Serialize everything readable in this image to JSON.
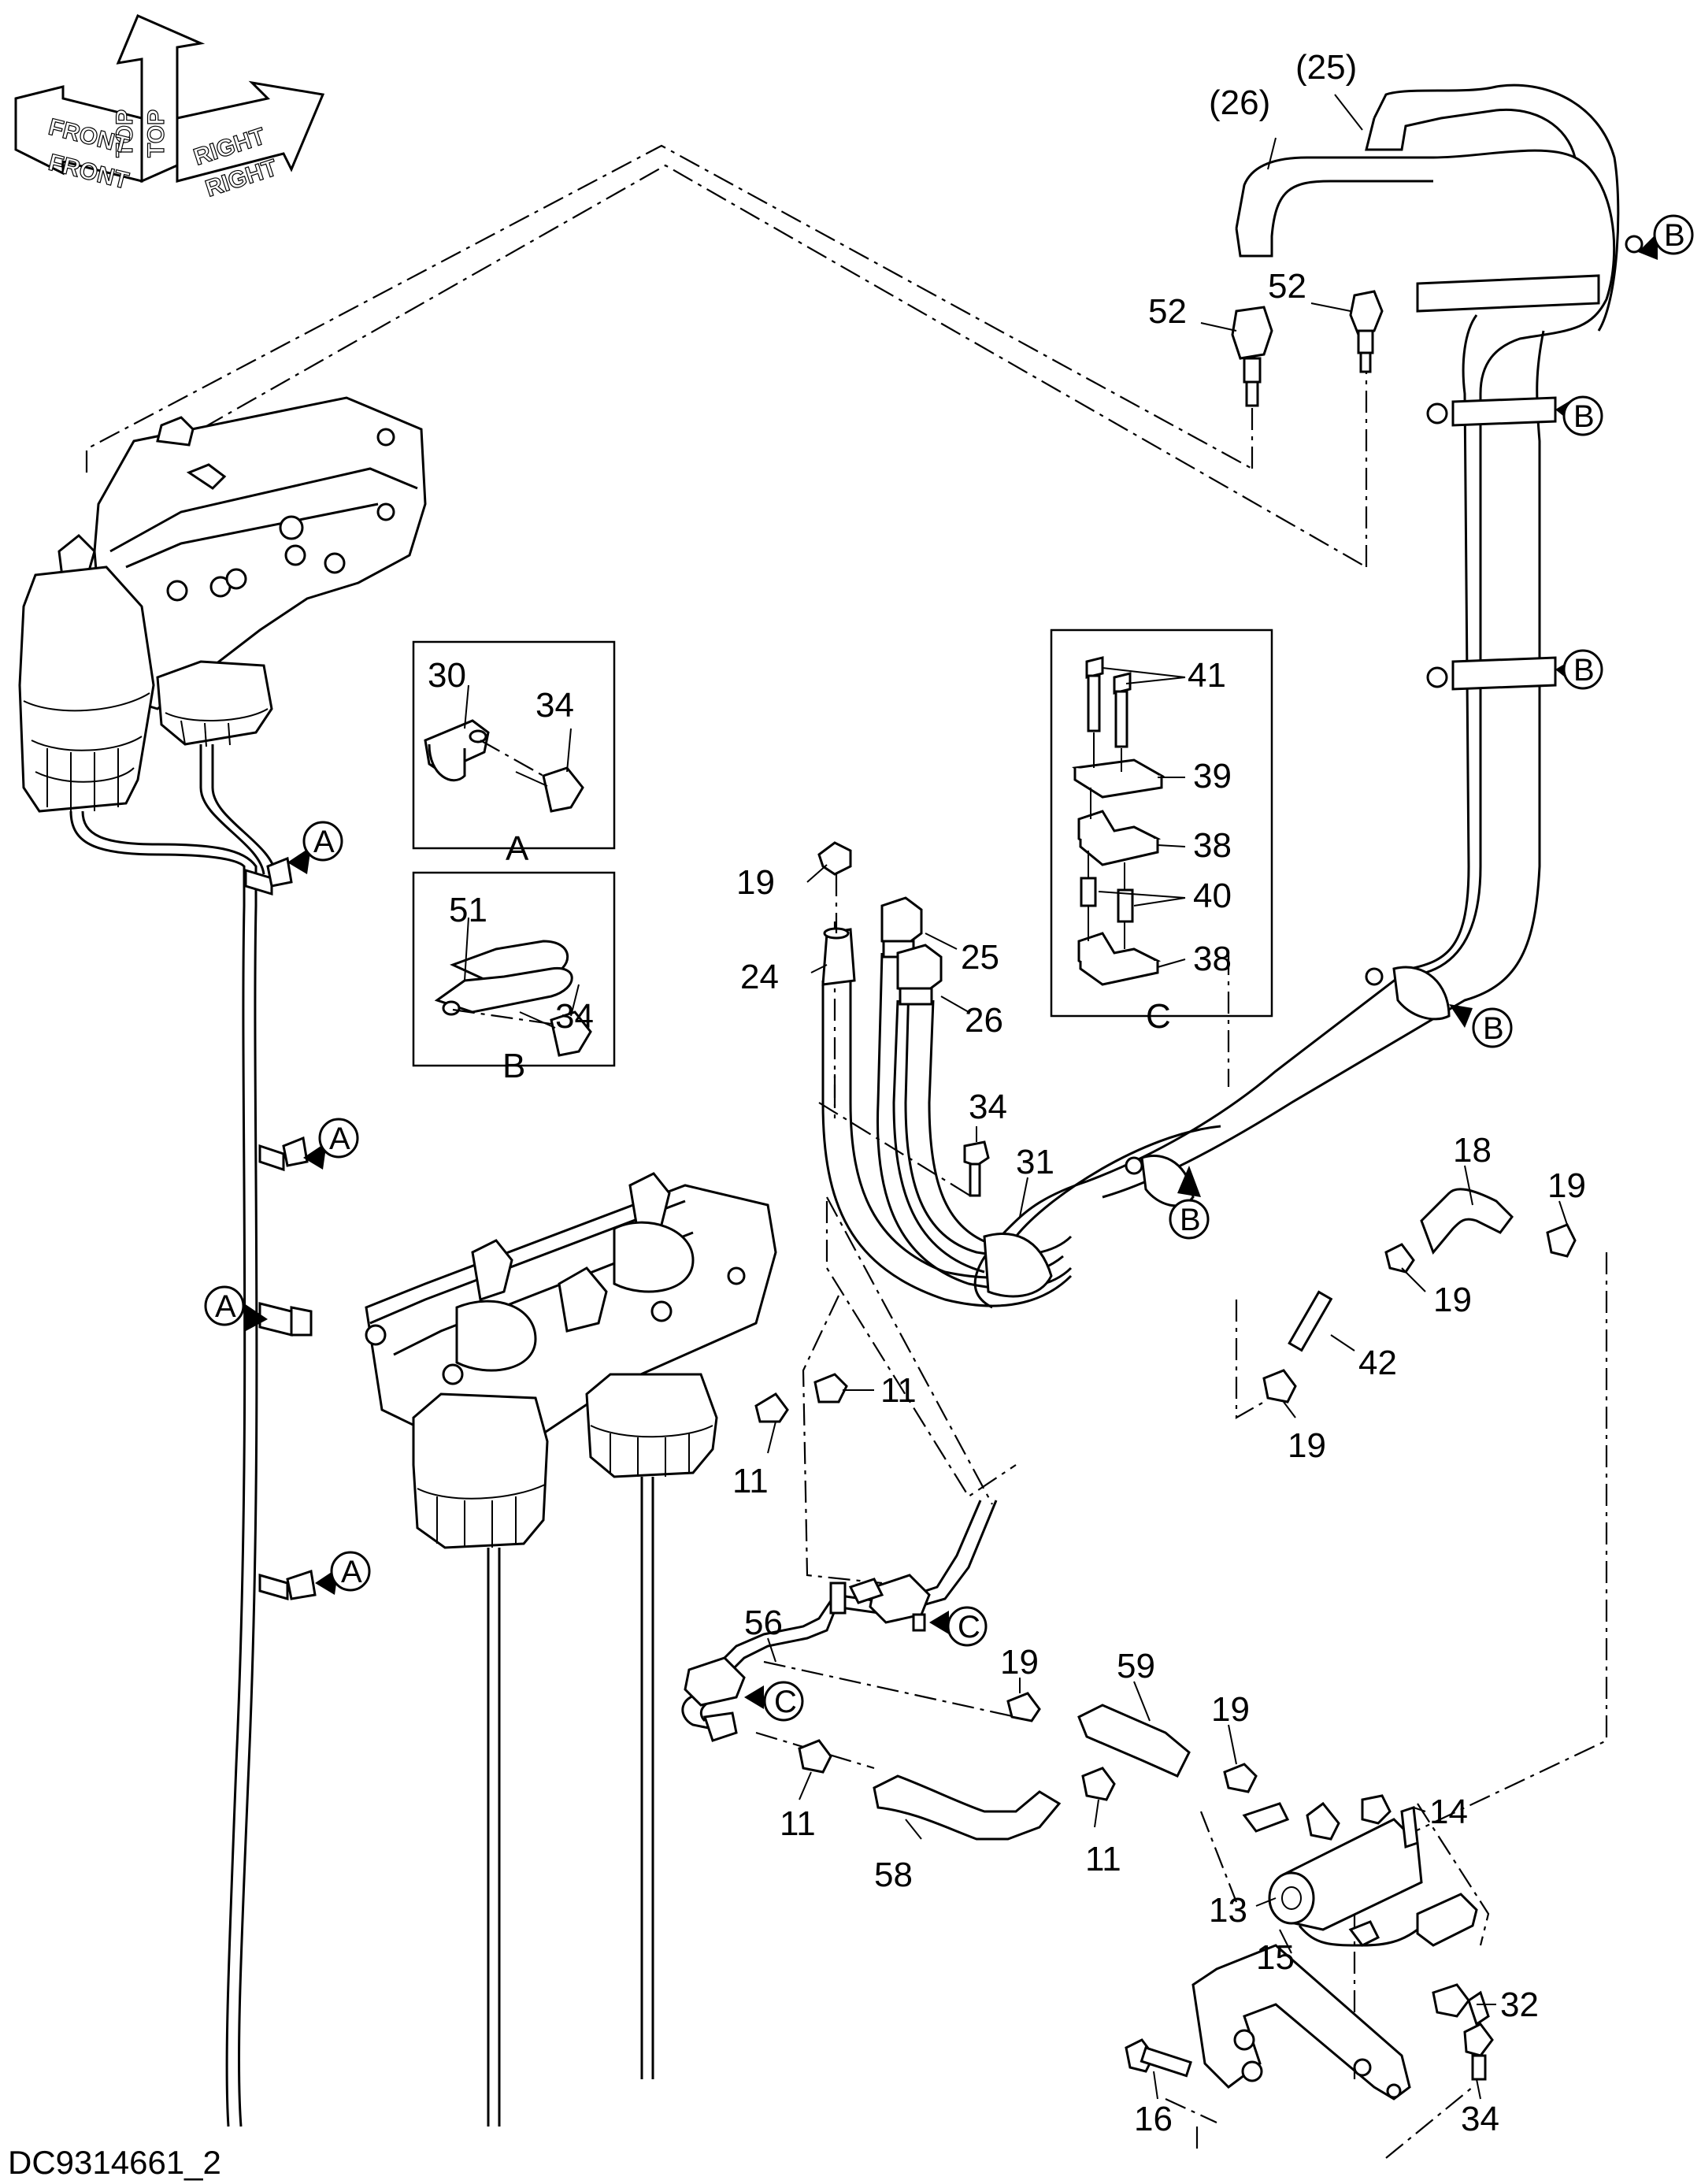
{
  "orientation": {
    "top": "TOP",
    "front": "FRONT",
    "right": "RIGHT"
  },
  "views": {
    "a": "A",
    "b": "B",
    "c": "C"
  },
  "part_numbers": {
    "p11": "11",
    "p13": "13",
    "p14": "14",
    "p15": "15",
    "p16": "16",
    "p18": "18",
    "p19": "19",
    "p24": "24",
    "p25": "25",
    "p26": "26",
    "p25_ref": "(25)",
    "p26_ref": "(26)",
    "p30": "30",
    "p31": "31",
    "p32": "32",
    "p34": "34",
    "p38": "38",
    "p39": "39",
    "p40": "40",
    "p41": "41",
    "p42": "42",
    "p51": "51",
    "p52": "52",
    "p56": "56",
    "p58": "58",
    "p59": "59"
  },
  "callout_letters": {
    "a": "A",
    "b": "B",
    "c": "C"
  },
  "drawing_code": "DC9314661_2"
}
